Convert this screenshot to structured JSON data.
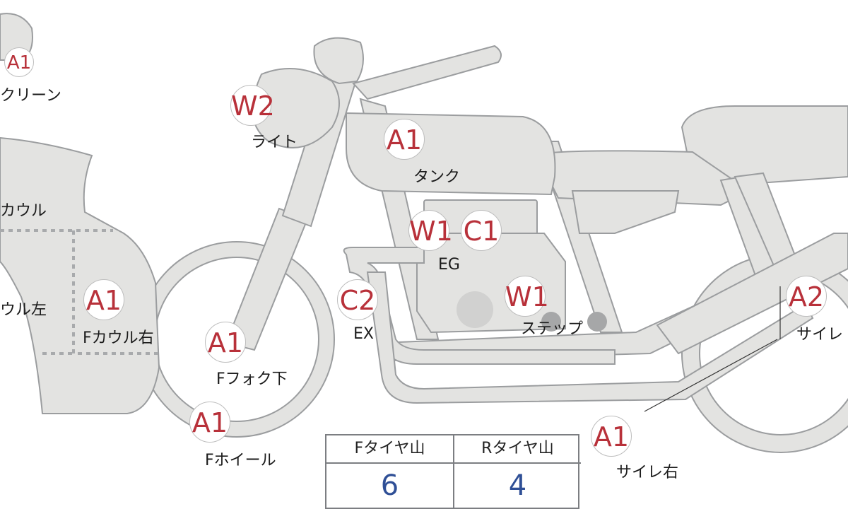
{
  "parts": [
    {
      "id": "screen",
      "badge": "A1",
      "label": "クリーン"
    },
    {
      "id": "light",
      "badge": "W2",
      "label": "ライト"
    },
    {
      "id": "tank",
      "badge": "A1",
      "label": "タンク"
    },
    {
      "id": "cowl",
      "badge": "",
      "label": "カウル"
    },
    {
      "id": "cowl-left",
      "badge": "",
      "label": "ウル左"
    },
    {
      "id": "cowl-right",
      "badge": "A1",
      "label": "Fカウル右"
    },
    {
      "id": "engine",
      "badge": "W1",
      "badge2": "C1",
      "label": "EG"
    },
    {
      "id": "exhaust",
      "badge": "C2",
      "label": "EX"
    },
    {
      "id": "fork",
      "badge": "A1",
      "label": "Fフォク下"
    },
    {
      "id": "step",
      "badge": "W1",
      "label": "ステップ"
    },
    {
      "id": "silencer-left",
      "badge": "A2",
      "label": "サイレ"
    },
    {
      "id": "silencer-right",
      "badge": "A1",
      "label": "サイレ右"
    },
    {
      "id": "front-wheel",
      "badge": "A1",
      "label": "Fホイール"
    }
  ],
  "tread_table": {
    "front_header": "Fタイヤ山",
    "rear_header": "Rタイヤ山",
    "front_value": "6",
    "rear_value": "4"
  }
}
